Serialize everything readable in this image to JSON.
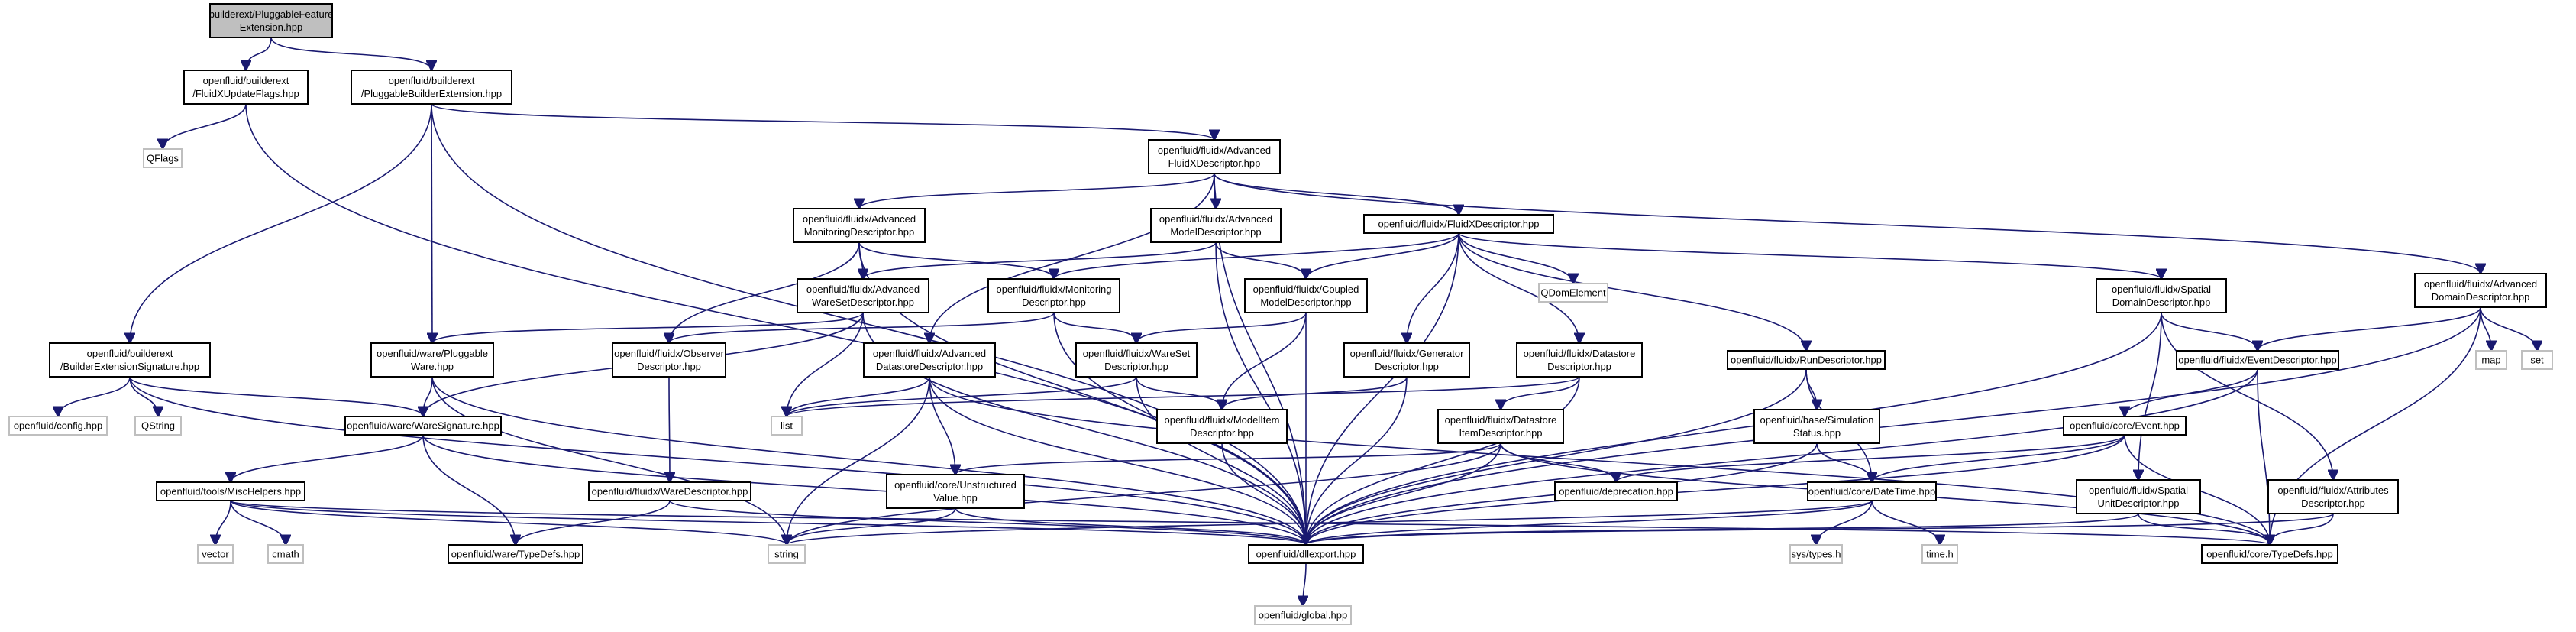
{
  "title": "",
  "nodes": [
    {
      "id": "root",
      "lines": [
        "builderext/PluggableFeature",
        "Extension.hpp"
      ],
      "style": "root"
    },
    {
      "id": "fluidxupdateflags",
      "lines": [
        "openfluid/builderext",
        "/FluidXUpdateFlags.hpp"
      ],
      "style": "normal"
    },
    {
      "id": "pluggablebuilderext",
      "lines": [
        "openfluid/builderext",
        "/PluggableBuilderExtension.hpp"
      ],
      "style": "normal"
    },
    {
      "id": "qflags",
      "lines": [
        "QFlags"
      ],
      "style": "ext"
    },
    {
      "id": "advfluidx",
      "lines": [
        "openfluid/fluidx/Advanced",
        "FluidXDescriptor.hpp"
      ],
      "style": "normal"
    },
    {
      "id": "advmonitoring",
      "lines": [
        "openfluid/fluidx/Advanced",
        "MonitoringDescriptor.hpp"
      ],
      "style": "normal"
    },
    {
      "id": "advmodel",
      "lines": [
        "openfluid/fluidx/Advanced",
        "ModelDescriptor.hpp"
      ],
      "style": "normal"
    },
    {
      "id": "fluidxdesc",
      "lines": [
        "openfluid/fluidx/FluidXDescriptor.hpp"
      ],
      "style": "normal"
    },
    {
      "id": "advdomain",
      "lines": [
        "openfluid/fluidx/Advanced",
        "DomainDescriptor.hpp"
      ],
      "style": "normal"
    },
    {
      "id": "advwareset",
      "lines": [
        "openfluid/fluidx/Advanced",
        "WareSetDescriptor.hpp"
      ],
      "style": "normal"
    },
    {
      "id": "monitoringdesc",
      "lines": [
        "openfluid/fluidx/Monitoring",
        "Descriptor.hpp"
      ],
      "style": "normal"
    },
    {
      "id": "coupledmodel",
      "lines": [
        "openfluid/fluidx/Coupled",
        "ModelDescriptor.hpp"
      ],
      "style": "normal"
    },
    {
      "id": "qdomelement",
      "lines": [
        "QDomElement"
      ],
      "style": "ext"
    },
    {
      "id": "spatialdomain",
      "lines": [
        "openfluid/fluidx/Spatial",
        "DomainDescriptor.hpp"
      ],
      "style": "normal"
    },
    {
      "id": "builderextsig",
      "lines": [
        "openfluid/builderext",
        "/BuilderExtensionSignature.hpp"
      ],
      "style": "normal"
    },
    {
      "id": "pluggableware",
      "lines": [
        "openfluid/ware/Pluggable",
        "Ware.hpp"
      ],
      "style": "normal"
    },
    {
      "id": "observerdesc",
      "lines": [
        "openfluid/fluidx/Observer",
        "Descriptor.hpp"
      ],
      "style": "normal"
    },
    {
      "id": "advdatastore",
      "lines": [
        "openfluid/fluidx/Advanced",
        "DatastoreDescriptor.hpp"
      ],
      "style": "normal"
    },
    {
      "id": "waresetdesc",
      "lines": [
        "openfluid/fluidx/WareSet",
        "Descriptor.hpp"
      ],
      "style": "normal"
    },
    {
      "id": "generatordesc",
      "lines": [
        "openfluid/fluidx/Generator",
        "Descriptor.hpp"
      ],
      "style": "normal"
    },
    {
      "id": "datastoredesc",
      "lines": [
        "openfluid/fluidx/Datastore",
        "Descriptor.hpp"
      ],
      "style": "normal"
    },
    {
      "id": "rundesc",
      "lines": [
        "openfluid/fluidx/RunDescriptor.hpp"
      ],
      "style": "normal"
    },
    {
      "id": "eventdesc",
      "lines": [
        "openfluid/fluidx/EventDescriptor.hpp"
      ],
      "style": "normal"
    },
    {
      "id": "map",
      "lines": [
        "map"
      ],
      "style": "ext"
    },
    {
      "id": "set",
      "lines": [
        "set"
      ],
      "style": "ext"
    },
    {
      "id": "config",
      "lines": [
        "openfluid/config.hpp"
      ],
      "style": "ext"
    },
    {
      "id": "qstring",
      "lines": [
        "QString"
      ],
      "style": "ext"
    },
    {
      "id": "waresignature",
      "lines": [
        "openfluid/ware/WareSignature.hpp"
      ],
      "style": "normal"
    },
    {
      "id": "list",
      "lines": [
        "list"
      ],
      "style": "ext"
    },
    {
      "id": "modelitem",
      "lines": [
        "openfluid/fluidx/ModelItem",
        "Descriptor.hpp"
      ],
      "style": "normal"
    },
    {
      "id": "datastoreitem",
      "lines": [
        "openfluid/fluidx/Datastore",
        "ItemDescriptor.hpp"
      ],
      "style": "normal"
    },
    {
      "id": "simstatus",
      "lines": [
        "openfluid/base/Simulation",
        "Status.hpp"
      ],
      "style": "normal"
    },
    {
      "id": "coreevent",
      "lines": [
        "openfluid/core/Event.hpp"
      ],
      "style": "normal"
    },
    {
      "id": "attributesdesc",
      "lines": [
        "openfluid/fluidx/Attributes",
        "Descriptor.hpp"
      ],
      "style": "normal"
    },
    {
      "id": "misc",
      "lines": [
        "openfluid/tools/MiscHelpers.hpp"
      ],
      "style": "normal"
    },
    {
      "id": "waredesc",
      "lines": [
        "openfluid/fluidx/WareDescriptor.hpp"
      ],
      "style": "normal"
    },
    {
      "id": "unstructured",
      "lines": [
        "openfluid/core/Unstructured",
        "Value.hpp"
      ],
      "style": "normal"
    },
    {
      "id": "deprecation",
      "lines": [
        "openfluid/deprecation.hpp"
      ],
      "style": "normal"
    },
    {
      "id": "datetime",
      "lines": [
        "openfluid/core/DateTime.hpp"
      ],
      "style": "normal"
    },
    {
      "id": "spatialunit",
      "lines": [
        "openfluid/fluidx/Spatial",
        "UnitDescriptor.hpp"
      ],
      "style": "normal"
    },
    {
      "id": "vector",
      "lines": [
        "vector"
      ],
      "style": "ext"
    },
    {
      "id": "cmath",
      "lines": [
        "cmath"
      ],
      "style": "ext"
    },
    {
      "id": "waretypedefs",
      "lines": [
        "openfluid/ware/TypeDefs.hpp"
      ],
      "style": "normal"
    },
    {
      "id": "string",
      "lines": [
        "string"
      ],
      "style": "ext"
    },
    {
      "id": "dllexport",
      "lines": [
        "openfluid/dllexport.hpp"
      ],
      "style": "normal"
    },
    {
      "id": "systypes",
      "lines": [
        "sys/types.h"
      ],
      "style": "ext"
    },
    {
      "id": "timeh",
      "lines": [
        "time.h"
      ],
      "style": "ext"
    },
    {
      "id": "coretypedefs",
      "lines": [
        "openfluid/core/TypeDefs.hpp"
      ],
      "style": "normal"
    },
    {
      "id": "global",
      "lines": [
        "openfluid/global.hpp"
      ],
      "style": "ext"
    }
  ],
  "edges": [
    [
      "root",
      "fluidxupdateflags"
    ],
    [
      "root",
      "pluggablebuilderext"
    ],
    [
      "fluidxupdateflags",
      "qflags"
    ],
    [
      "fluidxupdateflags",
      "dllexport"
    ],
    [
      "pluggablebuilderext",
      "advfluidx"
    ],
    [
      "pluggablebuilderext",
      "builderextsig"
    ],
    [
      "pluggablebuilderext",
      "pluggableware"
    ],
    [
      "pluggablebuilderext",
      "dllexport"
    ],
    [
      "advfluidx",
      "advmonitoring"
    ],
    [
      "advfluidx",
      "advmodel"
    ],
    [
      "advfluidx",
      "fluidxdesc"
    ],
    [
      "advfluidx",
      "advdomain"
    ],
    [
      "advfluidx",
      "advdatastore"
    ],
    [
      "advfluidx",
      "dllexport"
    ],
    [
      "advmonitoring",
      "advwareset"
    ],
    [
      "advmonitoring",
      "monitoringdesc"
    ],
    [
      "advmonitoring",
      "observerdesc"
    ],
    [
      "advmonitoring",
      "dllexport"
    ],
    [
      "advmodel",
      "advwareset"
    ],
    [
      "advmodel",
      "coupledmodel"
    ],
    [
      "advmodel",
      "dllexport"
    ],
    [
      "fluidxdesc",
      "monitoringdesc"
    ],
    [
      "fluidxdesc",
      "coupledmodel"
    ],
    [
      "fluidxdesc",
      "qdomelement"
    ],
    [
      "fluidxdesc",
      "spatialdomain"
    ],
    [
      "fluidxdesc",
      "generatordesc"
    ],
    [
      "fluidxdesc",
      "datastoredesc"
    ],
    [
      "fluidxdesc",
      "rundesc"
    ],
    [
      "fluidxdesc",
      "dllexport"
    ],
    [
      "advdomain",
      "eventdesc"
    ],
    [
      "advdomain",
      "map"
    ],
    [
      "advdomain",
      "set"
    ],
    [
      "advdomain",
      "dllexport"
    ],
    [
      "advdomain",
      "coretypedefs"
    ],
    [
      "advwareset",
      "pluggableware"
    ],
    [
      "advwareset",
      "waresignature"
    ],
    [
      "advwareset",
      "list"
    ],
    [
      "advwareset",
      "dllexport"
    ],
    [
      "monitoringdesc",
      "observerdesc"
    ],
    [
      "monitoringdesc",
      "waresetdesc"
    ],
    [
      "monitoringdesc",
      "dllexport"
    ],
    [
      "coupledmodel",
      "waresetdesc"
    ],
    [
      "coupledmodel",
      "modelitem"
    ],
    [
      "coupledmodel",
      "dllexport"
    ],
    [
      "spatialdomain",
      "eventdesc"
    ],
    [
      "spatialdomain",
      "spatialunit"
    ],
    [
      "spatialdomain",
      "attributesdesc"
    ],
    [
      "spatialdomain",
      "dllexport"
    ],
    [
      "builderextsig",
      "config"
    ],
    [
      "builderextsig",
      "qstring"
    ],
    [
      "builderextsig",
      "waresignature"
    ],
    [
      "builderextsig",
      "dllexport"
    ],
    [
      "pluggableware",
      "waresignature"
    ],
    [
      "pluggableware",
      "string"
    ],
    [
      "pluggableware",
      "dllexport"
    ],
    [
      "observerdesc",
      "waredesc"
    ],
    [
      "advdatastore",
      "list"
    ],
    [
      "advdatastore",
      "unstructured"
    ],
    [
      "advdatastore",
      "string"
    ],
    [
      "advdatastore",
      "dllexport"
    ],
    [
      "advdatastore",
      "coretypedefs"
    ],
    [
      "waresetdesc",
      "list"
    ],
    [
      "waresetdesc",
      "modelitem"
    ],
    [
      "waresetdesc",
      "dllexport"
    ],
    [
      "generatordesc",
      "modelitem"
    ],
    [
      "generatordesc",
      "dllexport"
    ],
    [
      "datastoredesc",
      "list"
    ],
    [
      "datastoredesc",
      "datastoreitem"
    ],
    [
      "datastoredesc",
      "dllexport"
    ],
    [
      "rundesc",
      "simstatus"
    ],
    [
      "rundesc",
      "datetime"
    ],
    [
      "rundesc",
      "dllexport"
    ],
    [
      "eventdesc",
      "coreevent"
    ],
    [
      "eventdesc",
      "dllexport"
    ],
    [
      "eventdesc",
      "coretypedefs"
    ],
    [
      "waresignature",
      "misc"
    ],
    [
      "waresignature",
      "waretypedefs"
    ],
    [
      "waresignature",
      "dllexport"
    ],
    [
      "modelitem",
      "dllexport"
    ],
    [
      "datastoreitem",
      "unstructured"
    ],
    [
      "datastoreitem",
      "deprecation"
    ],
    [
      "datastoreitem",
      "string"
    ],
    [
      "datastoreitem",
      "dllexport"
    ],
    [
      "datastoreitem",
      "coretypedefs"
    ],
    [
      "simstatus",
      "datetime"
    ],
    [
      "simstatus",
      "dllexport"
    ],
    [
      "coreevent",
      "deprecation"
    ],
    [
      "coreevent",
      "datetime"
    ],
    [
      "coreevent",
      "dllexport"
    ],
    [
      "coreevent",
      "coretypedefs"
    ],
    [
      "attributesdesc",
      "dllexport"
    ],
    [
      "attributesdesc",
      "coretypedefs"
    ],
    [
      "misc",
      "vector"
    ],
    [
      "misc",
      "cmath"
    ],
    [
      "misc",
      "string"
    ],
    [
      "misc",
      "dllexport"
    ],
    [
      "misc",
      "coretypedefs"
    ],
    [
      "waredesc",
      "waretypedefs"
    ],
    [
      "waredesc",
      "dllexport"
    ],
    [
      "unstructured",
      "string"
    ],
    [
      "unstructured",
      "dllexport"
    ],
    [
      "datetime",
      "systypes"
    ],
    [
      "datetime",
      "timeh"
    ],
    [
      "datetime",
      "string"
    ],
    [
      "datetime",
      "dllexport"
    ],
    [
      "spatialunit",
      "dllexport"
    ],
    [
      "spatialunit",
      "coretypedefs"
    ],
    [
      "dllexport",
      "global"
    ]
  ]
}
